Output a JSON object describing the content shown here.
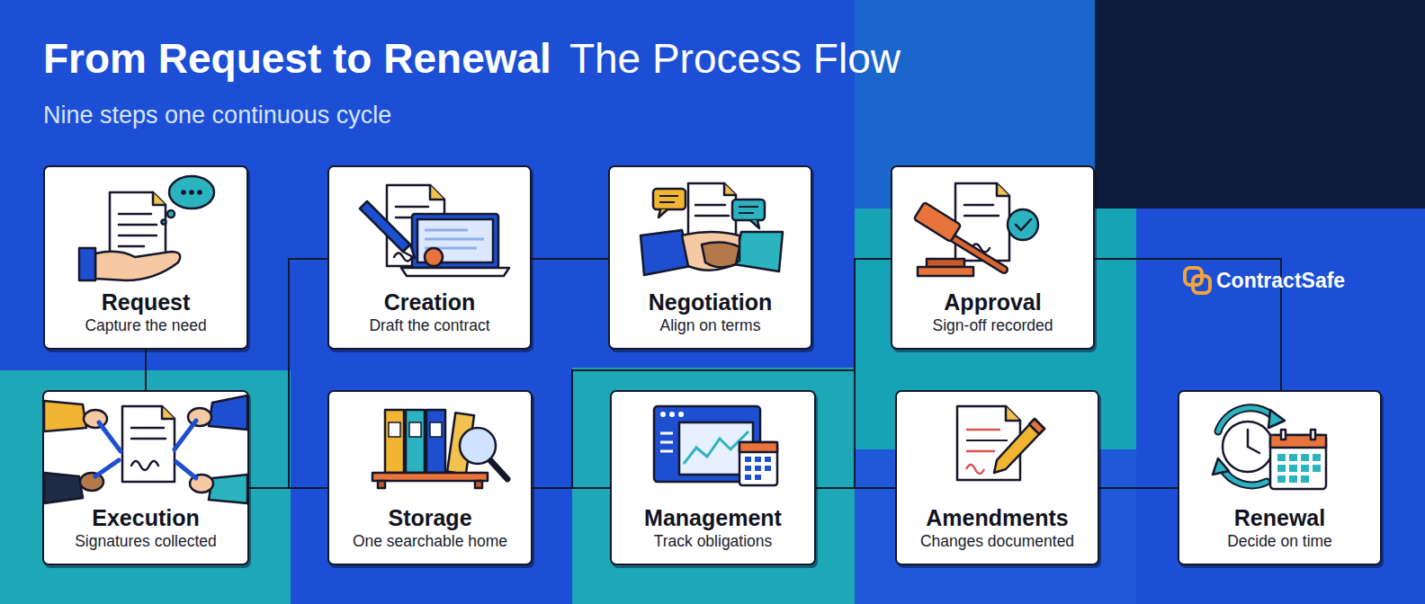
{
  "diagram": {
    "title": "From Request to Renewal",
    "nodes": [
      {
        "text": [
          "Request",
          "Capture the need"
        ]
      },
      {
        "text": [
          "Creation",
          "Draft the contract"
        ]
      },
      {
        "text": [
          "Negotiation",
          "Align on terms"
        ]
      },
      {
        "text": [
          "Approval",
          "Sign-off recorded"
        ]
      },
      {
        "text": [
          "Execution",
          "Signatures collected"
        ]
      },
      {
        "text": [
          "Storage",
          "One searchable home"
        ]
      },
      {
        "text": [
          "Management",
          "Track obligations"
        ]
      },
      {
        "text": [
          "Amendments",
          "Changes documented"
        ]
      },
      {
        "text": [
          "Renewal",
          "Decide on time"
        ]
      }
    ],
    "edges": [
      {
        "from": 0,
        "to": 4,
        "arrow": "none"
      },
      {
        "from": 4,
        "to": 1,
        "arrow": "none"
      },
      {
        "from": 4,
        "to": 5,
        "arrow": "none"
      },
      {
        "from": 1,
        "to": 2,
        "arrow": "none"
      },
      {
        "from": 5,
        "to": 6,
        "arrow": "none"
      },
      {
        "from": 5,
        "to": 3,
        "arrow": "none"
      },
      {
        "from": 6,
        "to": 7,
        "arrow": "none"
      },
      {
        "from": 3,
        "to": 7,
        "arrow": "none"
      },
      {
        "from": 3,
        "to": 8,
        "arrow": "none"
      },
      {
        "from": 7,
        "to": 8,
        "arrow": "none"
      }
    ],
    "labels": [
      "The Process Flow",
      "Nine steps one continuous cycle",
      "ContractSafe"
    ]
  }
}
